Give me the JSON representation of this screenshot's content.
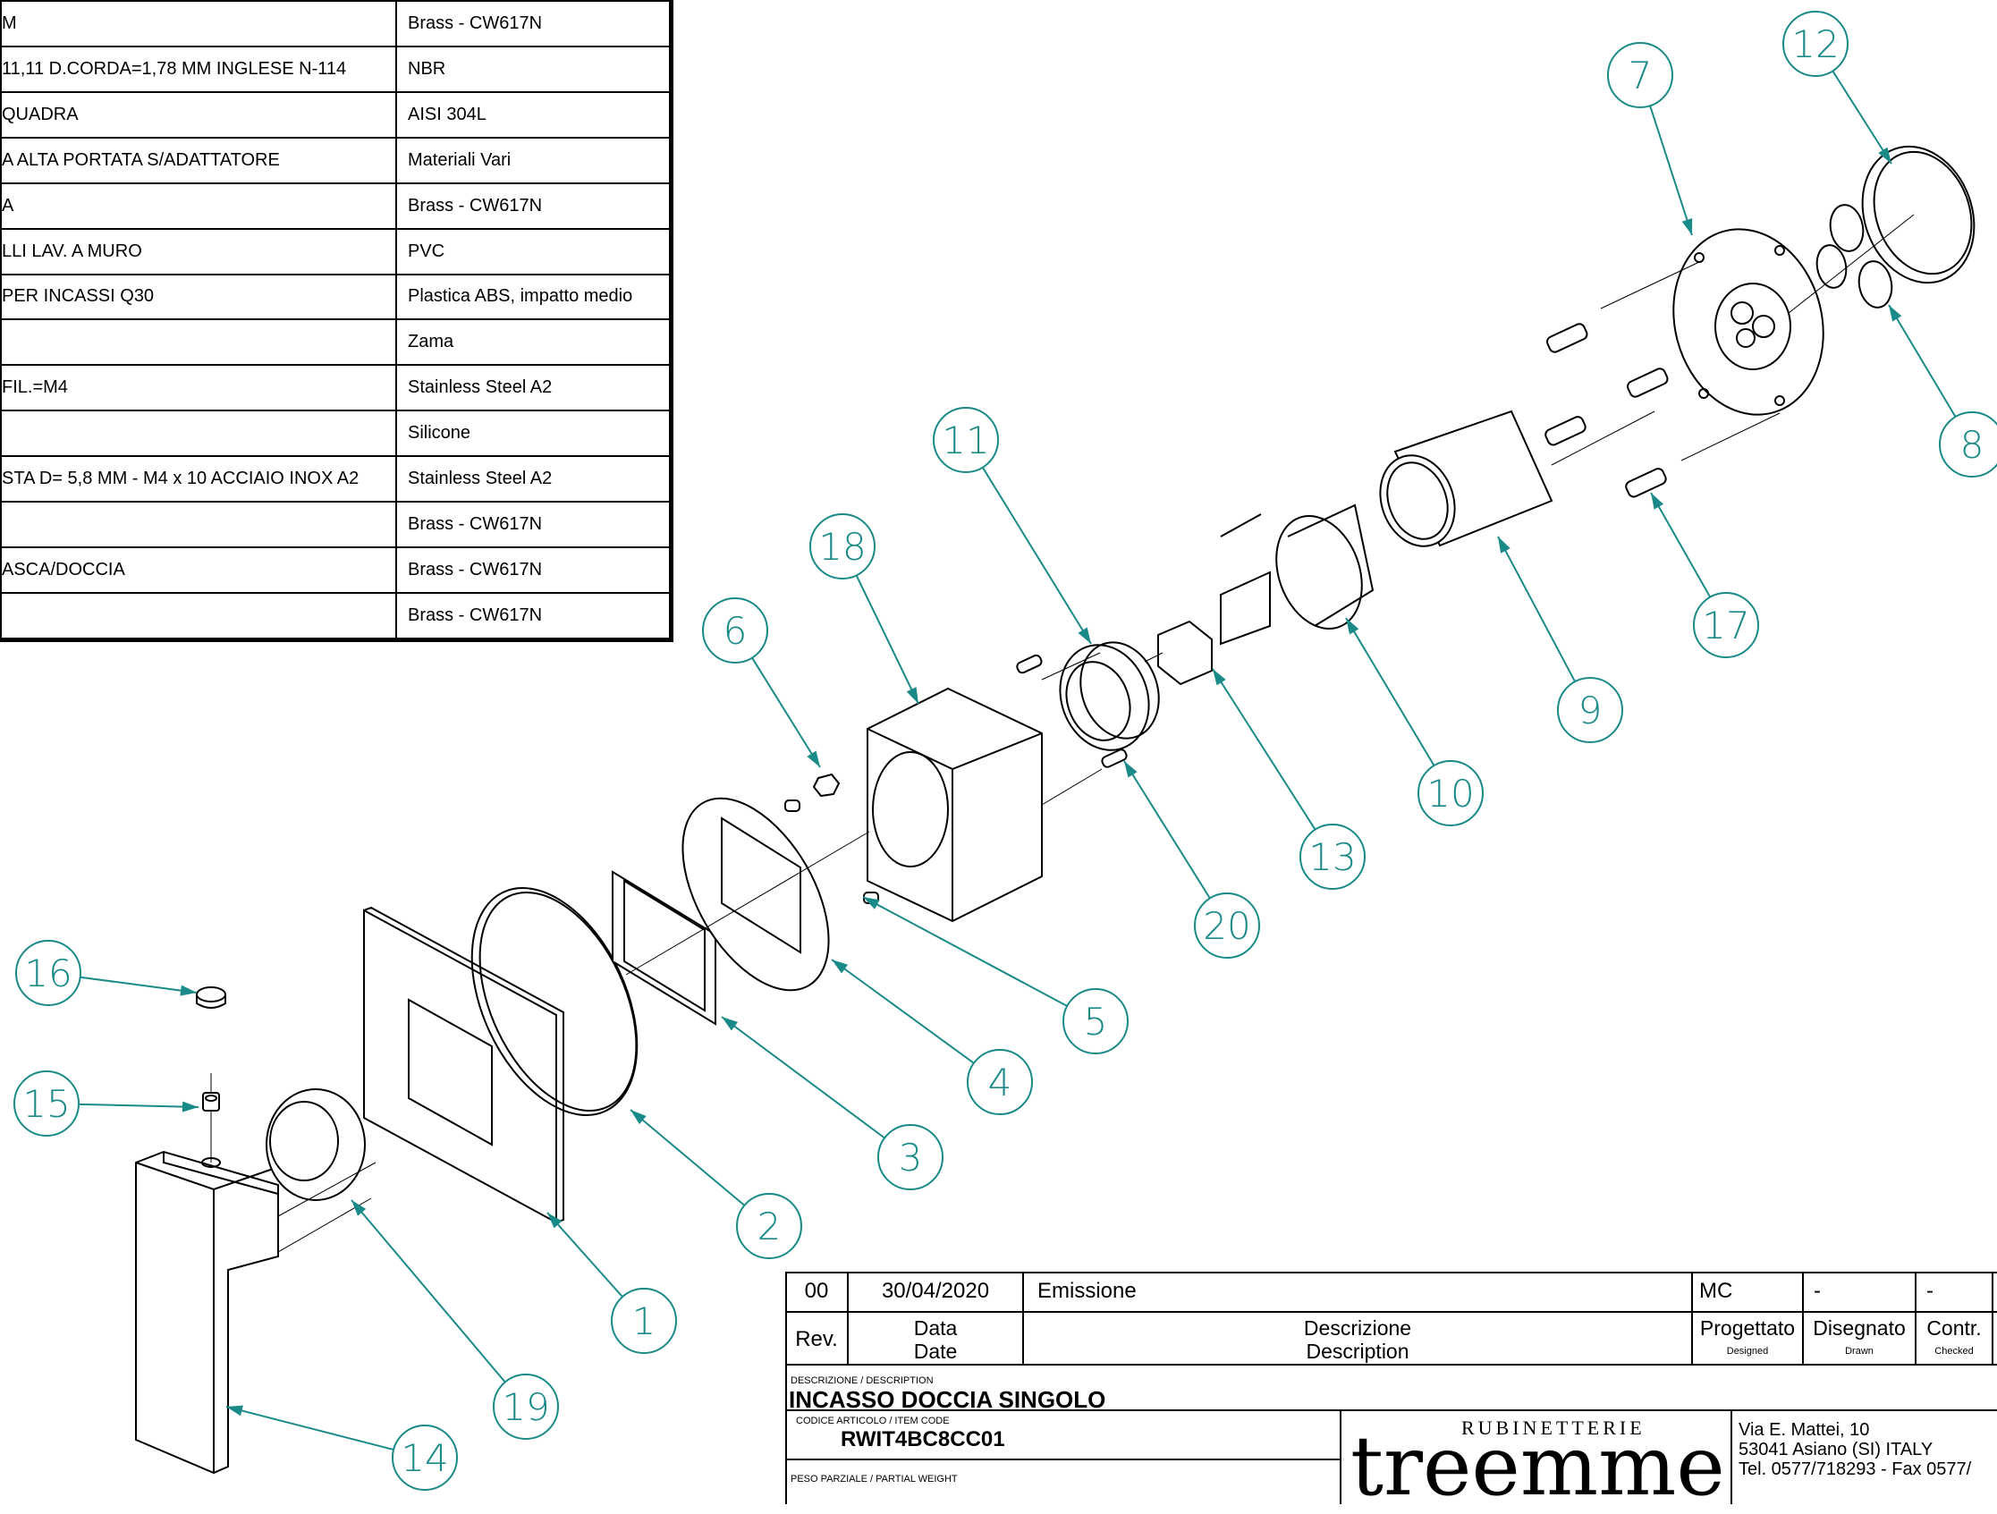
{
  "parts_table": {
    "rows": [
      {
        "description": "M",
        "material": "Brass - CW617N"
      },
      {
        "description": "11,11 D.CORDA=1,78 MM INGLESE N-114",
        "material": "NBR"
      },
      {
        "description": "QUADRA",
        "material": "AISI 304L"
      },
      {
        "description": "A ALTA PORTATA S/ADATTATORE",
        "material": "Materiali Vari"
      },
      {
        "description": "A",
        "material": "Brass - CW617N"
      },
      {
        "description": "LLI LAV. A MURO",
        "material": "PVC"
      },
      {
        "description": "PER INCASSI Q30",
        "material": "Plastica ABS, impatto medio"
      },
      {
        "description": "",
        "material": "Zama"
      },
      {
        "description": "FIL.=M4",
        "material": "Stainless Steel A2"
      },
      {
        "description": "",
        "material": "Silicone"
      },
      {
        "description": "STA D= 5,8 MM  -  M4 x 10 ACCIAIO INOX A2",
        "material": "Stainless Steel A2"
      },
      {
        "description": "",
        "material": "Brass - CW617N"
      },
      {
        "description": "ASCA/DOCCIA",
        "material": "Brass - CW617N"
      },
      {
        "description": "",
        "material": "Brass - CW617N"
      }
    ]
  },
  "balloons": [
    {
      "number": "1"
    },
    {
      "number": "2"
    },
    {
      "number": "3"
    },
    {
      "number": "4"
    },
    {
      "number": "5"
    },
    {
      "number": "6"
    },
    {
      "number": "7"
    },
    {
      "number": "8"
    },
    {
      "number": "9"
    },
    {
      "number": "10"
    },
    {
      "number": "11"
    },
    {
      "number": "12"
    },
    {
      "number": "13"
    },
    {
      "number": "14"
    },
    {
      "number": "15"
    },
    {
      "number": "16"
    },
    {
      "number": "17"
    },
    {
      "number": "18"
    },
    {
      "number": "19"
    },
    {
      "number": "20"
    }
  ],
  "colors": {
    "balloon": "#1a8a88",
    "line": "#000000"
  },
  "title_block": {
    "rev": "00",
    "date": "30/04/2020",
    "description": "Emissione",
    "designed_by": "MC",
    "drawn_by": "-",
    "checked_by": "-",
    "rev_label": "Rev.",
    "date_label_it": "Data",
    "date_label_en": "Date",
    "desc_label_it": "Descrizione",
    "desc_label_en": "Description",
    "designed_label_it": "Progettato",
    "designed_label_en": "Designed",
    "drawn_label_it": "Disegnato",
    "drawn_label_en": "Drawn",
    "checked_label_it": "Contr.",
    "checked_label_en": "Checked",
    "desc_caption": "DESCRIZIONE / DESCRIPTION",
    "title": "INCASSO DOCCIA SINGOLO",
    "item_code_caption": "CODICE ARTICOLO / ITEM CODE",
    "item_code": "RWIT4BC8CC01",
    "weight_caption": "PESO PARZIALE / PARTIAL WEIGHT",
    "brand_top": "RUBINETTERIE",
    "brand_logo": "treemme",
    "address_1": "Via E. Mattei, 10",
    "address_2": "53041 Asiano (SI) ITALY",
    "address_3": "Tel. 0577/718293 - Fax 0577/"
  }
}
